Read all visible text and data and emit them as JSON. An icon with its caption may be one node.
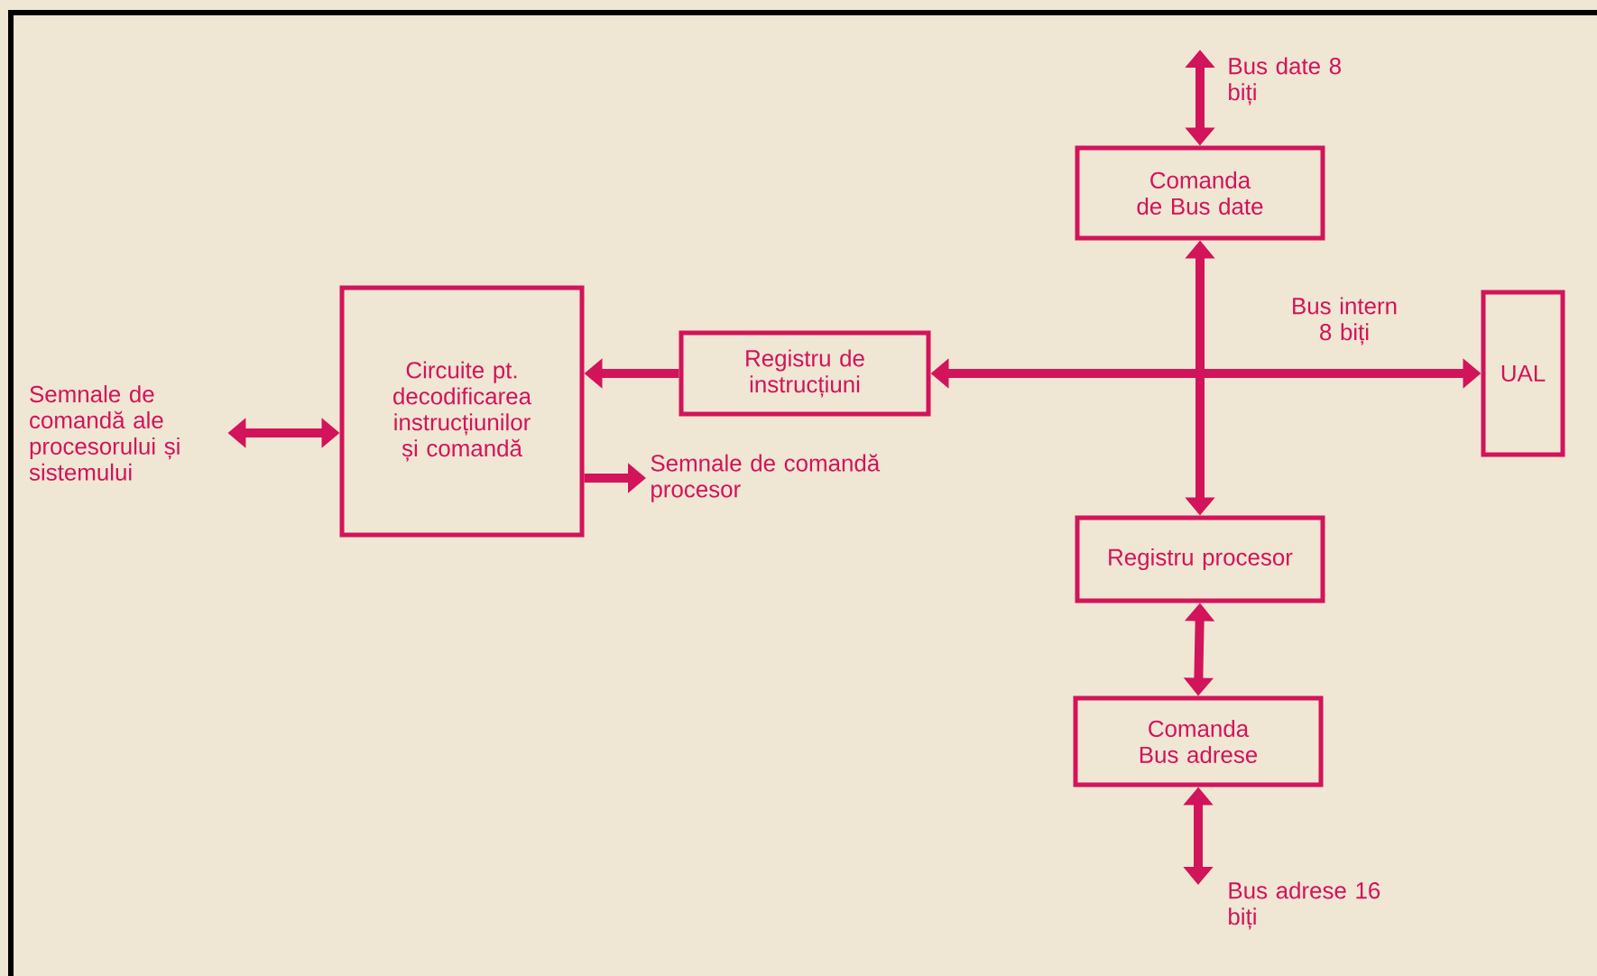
{
  "diagram": {
    "nodes": [
      {
        "text": [
          "Circuite pt. decodificarea instrucțiunilor și comandă"
        ]
      },
      {
        "text": [
          "Registru de instrucțiuni"
        ]
      },
      {
        "text": [
          "Comanda de Bus date"
        ]
      },
      {
        "text": [
          "UAL"
        ]
      },
      {
        "text": [
          "Registru procesor"
        ]
      },
      {
        "text": [
          "Comanda Bus adrese"
        ]
      },
      {
        "text": [
          "Semnale de comandă ale procesorului și sistemului"
        ]
      },
      {
        "text": [
          "Semnale de comandă procesor"
        ]
      },
      {
        "text": [
          "Bus date 8 biți"
        ]
      },
      {
        "text": [
          "Bus adrese 16 biți"
        ]
      }
    ],
    "edges": [
      {
        "from": 6,
        "to": 0,
        "arrow": "both"
      },
      {
        "from": 1,
        "to": 0,
        "arrow": "to"
      },
      {
        "from": 0,
        "to": 7,
        "arrow": "to"
      },
      {
        "from": 1,
        "to": 3,
        "arrow": "both",
        "label": "Bus intern 8 biți"
      },
      {
        "from": 2,
        "to": 4,
        "arrow": "both"
      },
      {
        "from": 2,
        "to": 8,
        "arrow": "both"
      },
      {
        "from": 4,
        "to": 5,
        "arrow": "both"
      },
      {
        "from": 5,
        "to": 9,
        "arrow": "both"
      }
    ]
  }
}
